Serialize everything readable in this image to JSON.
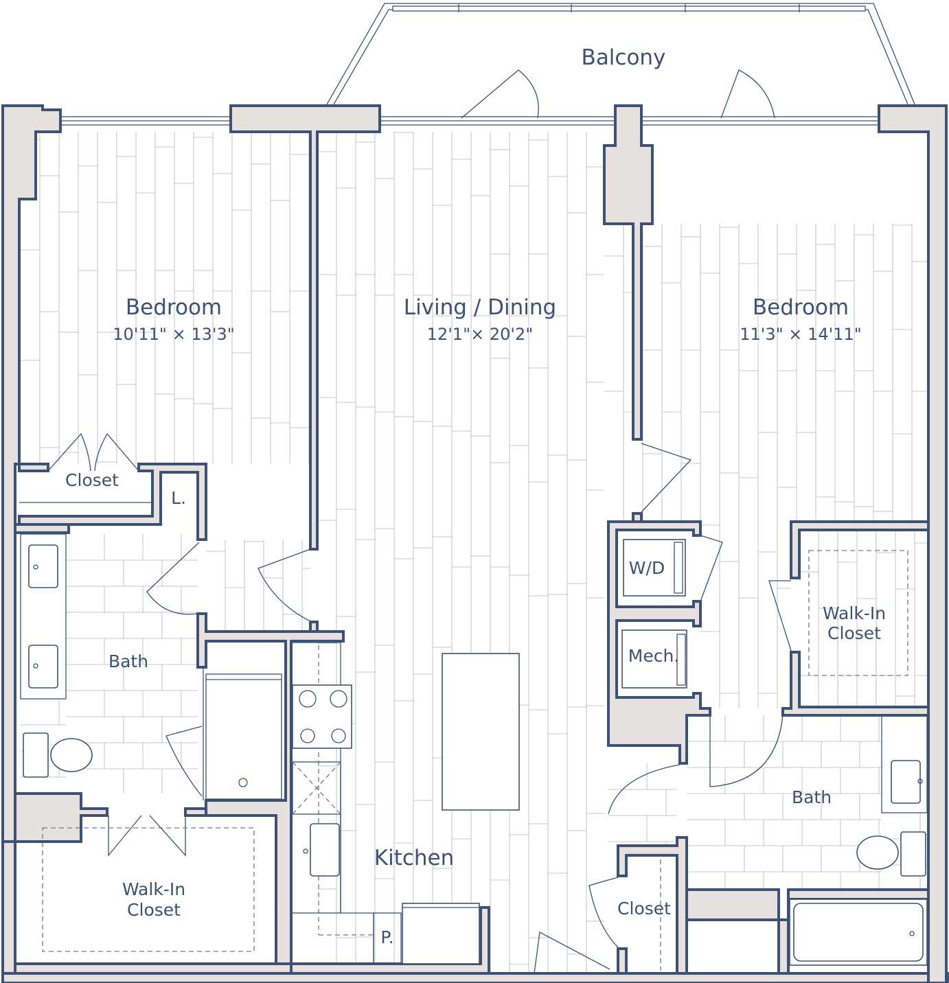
{
  "floorplan": {
    "rooms": {
      "balcony": {
        "label": "Balcony"
      },
      "bedroom_left": {
        "label": "Bedroom",
        "dimensions": "10'11\" × 13'3\""
      },
      "living_dining": {
        "label": "Living / Dining",
        "dimensions": "12'1\"× 20'2\""
      },
      "bedroom_right": {
        "label": "Bedroom",
        "dimensions": "11'3\" × 14'11\""
      },
      "closet_left": {
        "label": "Closet"
      },
      "linen": {
        "label": "L."
      },
      "bath_left": {
        "label": "Bath"
      },
      "walkin_left": {
        "line1": "Walk-In",
        "line2": "Closet"
      },
      "kitchen": {
        "label": "Kitchen"
      },
      "pantry": {
        "label": "P."
      },
      "washer_dryer": {
        "label": "W/D"
      },
      "mechanical": {
        "label": "Mech."
      },
      "walkin_right": {
        "line1": "Walk-In",
        "line2": "Closet"
      },
      "bath_right": {
        "label": "Bath"
      },
      "closet_right": {
        "label": "Closet"
      }
    },
    "colors": {
      "wall_line": "#3c5173",
      "wall_fill": "#e6e1de",
      "floor_line": "#c3c8cf",
      "text": "#3c5173",
      "background": "#ffffff"
    }
  }
}
